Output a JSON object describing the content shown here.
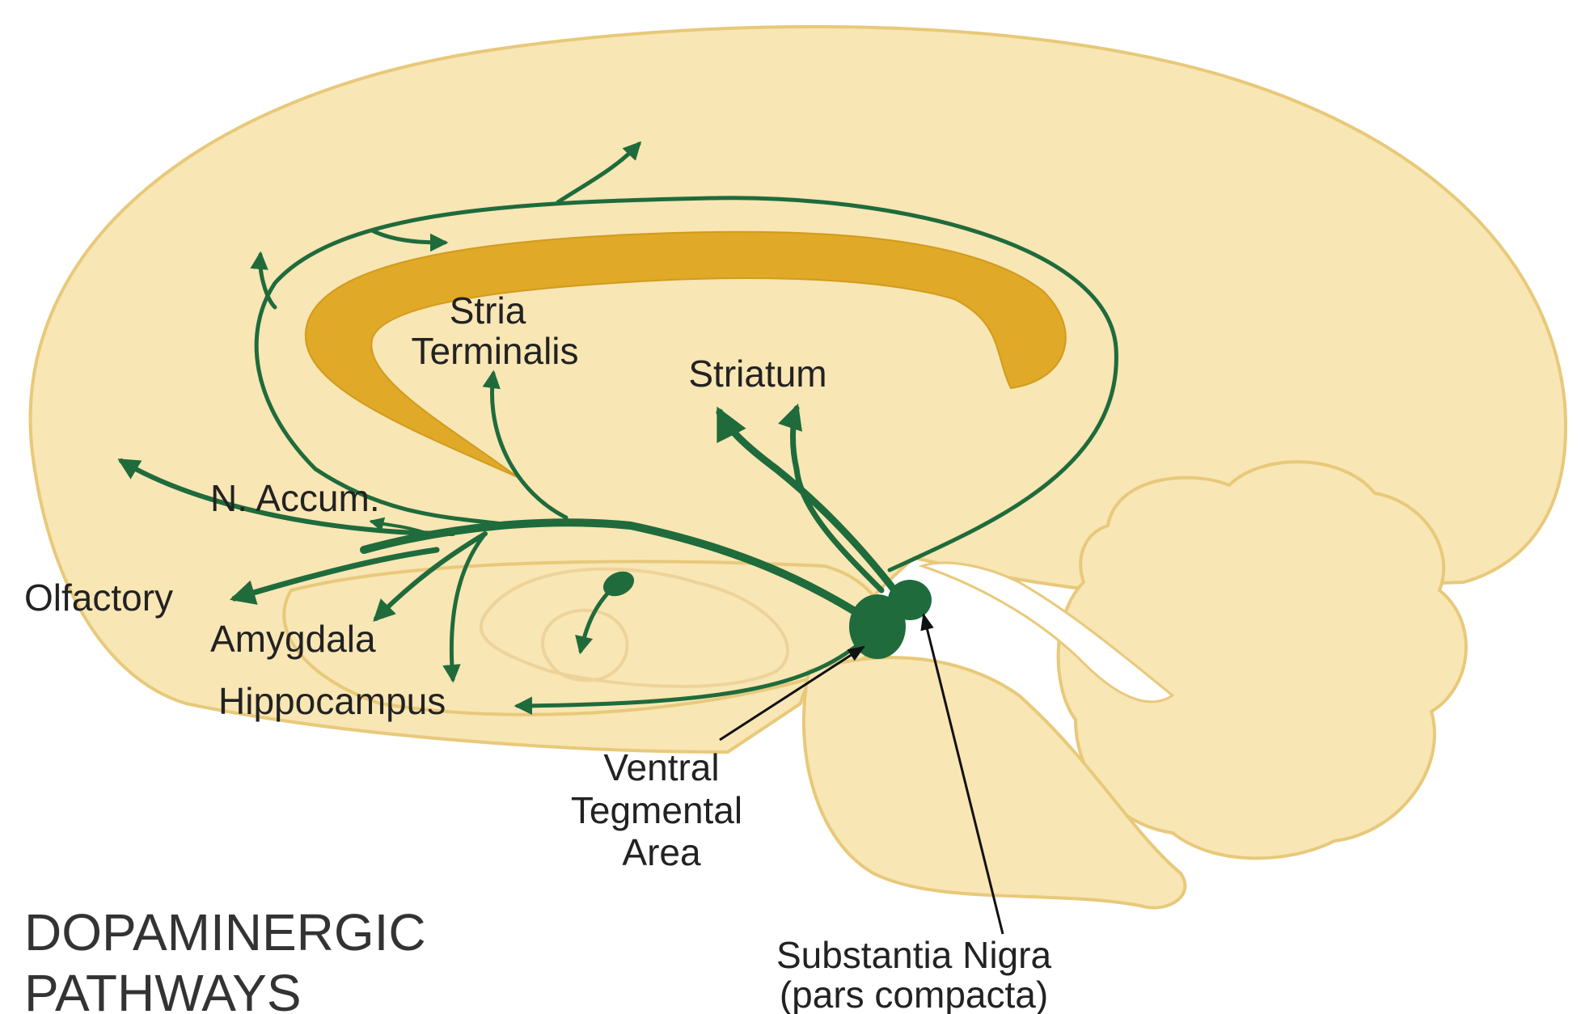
{
  "title_line1": "DOPAMINERGIC",
  "title_line2": "PATHWAYS",
  "labels": {
    "stria_line1": "Stria",
    "stria_line2": "Terminalis",
    "striatum": "Striatum",
    "n_accum": "N. Accum.",
    "olfactory": "Olfactory",
    "amygdala": "Amygdala",
    "hippocampus": "Hippocampus",
    "vta_line1": "Ventral",
    "vta_line2": "Tegmental",
    "vta_line3": "Area",
    "sn_line1": "Substantia Nigra",
    "sn_line2": "(pars compacta)"
  },
  "colors": {
    "brain_fill": "#f8e6b4",
    "brain_outline": "#e8c97a",
    "stria_band": "#e0a928",
    "pathway": "#1f6b3c",
    "pointer": "#111111"
  }
}
